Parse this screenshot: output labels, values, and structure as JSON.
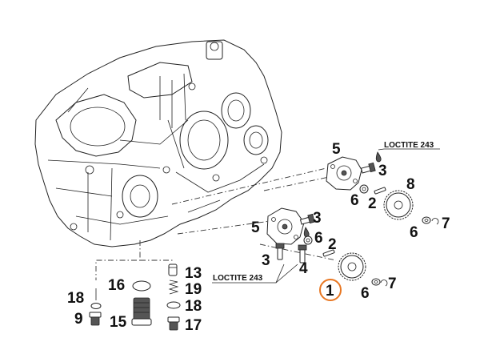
{
  "labels": {
    "l5a": "5",
    "l3a": "3",
    "l8": "8",
    "l6a": "6",
    "l2a": "2",
    "l6b": "6",
    "l7a": "7",
    "l5b": "5",
    "l3b": "3",
    "l6c": "6",
    "l2b": "2",
    "l3c": "3",
    "l4": "4",
    "l1": "1",
    "l6d": "6",
    "l7b": "7",
    "l13": "13",
    "l16": "16",
    "l19": "19",
    "l18a": "18",
    "l18b": "18",
    "l9": "9",
    "l15": "15",
    "l17": "17"
  },
  "callouts": {
    "loctite_top": "LOCTITE 243",
    "loctite_bottom": "LOCTITE 243"
  },
  "highlight": {
    "part": "1",
    "color": "#E87722"
  }
}
